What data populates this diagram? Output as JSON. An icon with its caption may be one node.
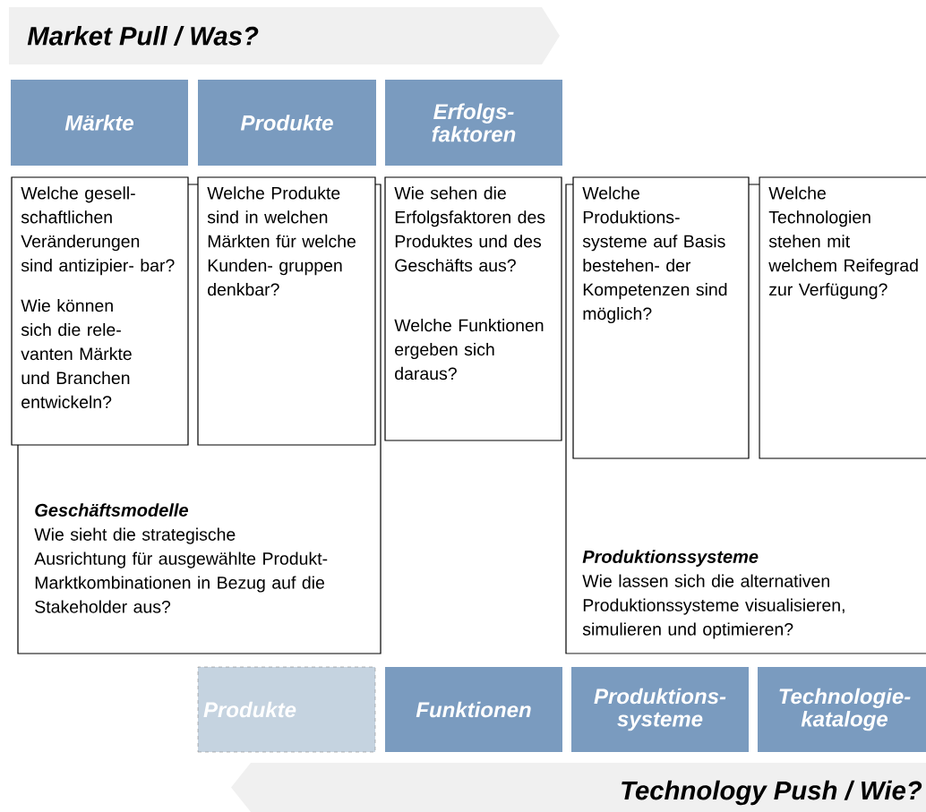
{
  "diagram": {
    "nodes": [
      {
        "text": [
          "Market Pull / Was?"
        ]
      },
      {
        "text": [
          "Märkte"
        ]
      },
      {
        "text": [
          "Produkte"
        ]
      },
      {
        "text": [
          "Erfolgs- faktoren"
        ]
      },
      {
        "text": [
          "Geschäftsmodelle",
          "Wie sieht die strategische Ausrichtung für ausgewählte Produkt-Marktkombinationen in Bezug auf die Stakeholder aus?"
        ]
      },
      {
        "text": [
          "Welche gesell- schaftlichen Veränderungen sind antizipier- bar?",
          "Wie können sich die rele- vanten Märkte und Branchen entwickeln?"
        ],
        "in": 4
      },
      {
        "text": [
          "Welche Produkte sind in welchen Märkten für welche Kunden- gruppen denkbar?"
        ],
        "in": 4
      },
      {
        "text": [
          "Wie sehen die Erfolgsfaktoren des Produktes und des Geschäfts aus?",
          "Welche Funktionen ergeben sich daraus?"
        ]
      },
      {
        "text": [
          "Produktionssysteme",
          "Wie lassen sich die alternativen Produktionssysteme visualisieren, simulieren und optimieren?"
        ]
      },
      {
        "text": [
          "Welche Produktions- systeme auf Basis bestehen- der Kompetenzen sind möglich?"
        ],
        "in": 8
      },
      {
        "text": [
          "Welche Technologien stehen mit welchem Reifegrad zur Verfügung?"
        ],
        "in": 8
      },
      {
        "text": [
          "Produkte"
        ]
      },
      {
        "text": [
          "Funktionen"
        ]
      },
      {
        "text": [
          "Produktions- systeme"
        ]
      },
      {
        "text": [
          "Technologie- kataloge"
        ]
      },
      {
        "text": [
          "Technology Push / Wie?"
        ]
      }
    ],
    "edges": []
  }
}
